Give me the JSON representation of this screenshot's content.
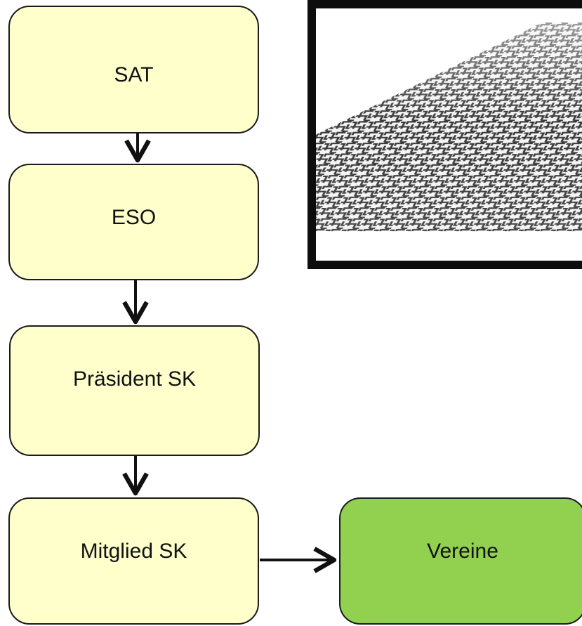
{
  "diagram": {
    "nodes": [
      {
        "id": "sat",
        "label": "SAT"
      },
      {
        "id": "eso",
        "label": "ESO"
      },
      {
        "id": "praesident",
        "label": "Präsident SK"
      },
      {
        "id": "mitglied",
        "label": "Mitglied SK"
      },
      {
        "id": "vereine",
        "label": "Vereine"
      }
    ],
    "edges": [
      {
        "from": "sat",
        "to": "eso"
      },
      {
        "from": "eso",
        "to": "praesident"
      },
      {
        "from": "praesident",
        "to": "mitglied"
      },
      {
        "from": "mitglied",
        "to": "vereine"
      }
    ],
    "colors": {
      "node_fill": "#ffffcc",
      "highlight_fill": "#92d050",
      "border": "#1a1a1a"
    }
  },
  "image": {
    "subject": "maze-photo"
  }
}
